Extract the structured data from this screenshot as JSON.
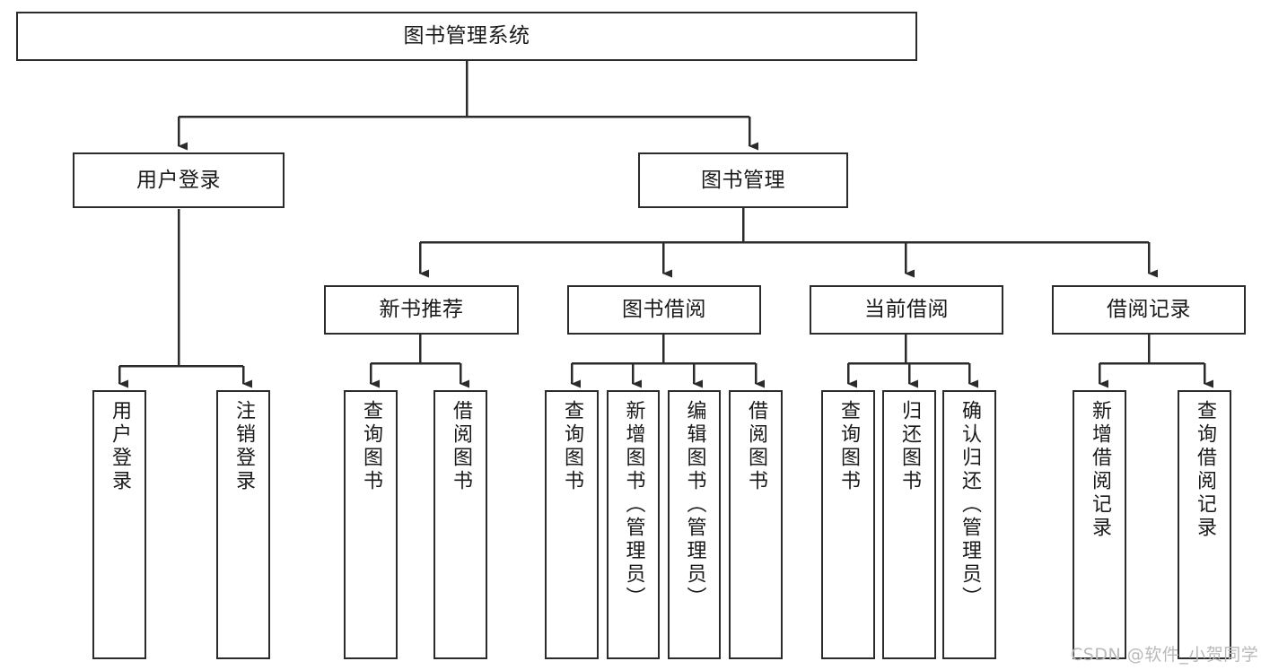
{
  "diagram": {
    "title": "图书管理系统",
    "type": "tree-hierarchy-chart",
    "watermark": "CSDN @软件_小贺同学",
    "line_color": "#2b2b2b",
    "box_fill": "#ffffff",
    "text_color": "#1a1a1a",
    "watermark_color": "#b9b9b9"
  },
  "nodes": {
    "root": {
      "label": "图书管理系统"
    },
    "level1": [
      {
        "label": "用户登录"
      },
      {
        "label": "图书管理"
      }
    ],
    "level2": [
      {
        "label": "新书推荐"
      },
      {
        "label": "图书借阅"
      },
      {
        "label": "当前借阅"
      },
      {
        "label": "借阅记录"
      }
    ],
    "leaves": {
      "user_login": [
        {
          "label": "用户登录"
        },
        {
          "label": "注销登录"
        }
      ],
      "new_book_recommend": [
        {
          "label": "查询图书"
        },
        {
          "label": "借阅图书"
        }
      ],
      "book_borrow": [
        {
          "label": "查询图书"
        },
        {
          "label": "新增图书（管理员）"
        },
        {
          "label": "编辑图书（管理员）"
        },
        {
          "label": "借阅图书"
        }
      ],
      "current_borrow": [
        {
          "label": "查询图书"
        },
        {
          "label": "归还图书"
        },
        {
          "label": "确认归还（管理员）"
        }
      ],
      "borrow_record": [
        {
          "label": "新增借阅记录"
        },
        {
          "label": "查询借阅记录"
        }
      ]
    }
  }
}
